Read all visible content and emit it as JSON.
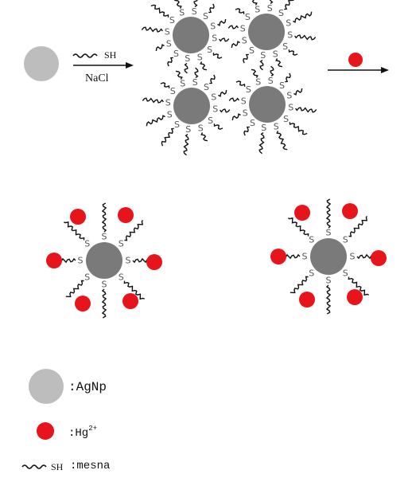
{
  "reaction": {
    "reagent_label": "SH",
    "condition_label": "NaCl"
  },
  "atoms": {
    "sulfur_symbol": "S"
  },
  "legend": {
    "items": [
      {
        "symbol": "agnp",
        "label": ":AgNp"
      },
      {
        "symbol": "hg",
        "label": ":Hg",
        "superscript": "2+"
      },
      {
        "symbol": "mesna",
        "prefix": "SH",
        "label": ":mesna"
      }
    ]
  },
  "colors": {
    "agnp_light": "#bdbdbd",
    "agnp_dark": "#7a7a7a",
    "mercury": "#e8141c",
    "ligand": "#111111",
    "sulfur": "#555555"
  }
}
